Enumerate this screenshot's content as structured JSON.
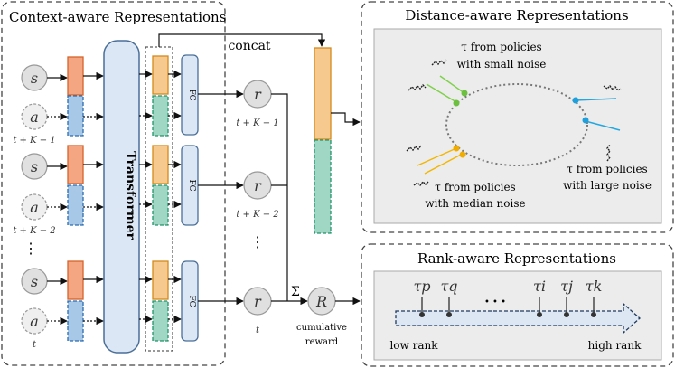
{
  "panels": {
    "context": "Context-aware Representations",
    "distance": "Distance-aware Representations",
    "rank": "Rank-aware Representations"
  },
  "labels": {
    "concat": "concat",
    "transformer": "Transformer",
    "fc": "FC",
    "sigma": "Σ",
    "cumulative_reward": [
      "cumulative",
      "reward"
    ],
    "dots_vertical": "⋮",
    "dots_horizontal": "• • •"
  },
  "tokens": {
    "state": "s",
    "action": "a",
    "reward": "r",
    "return": "R"
  },
  "timesteps": {
    "row1": "t + K − 1",
    "row2": "t + K − 2",
    "row3": "t",
    "reward1": "t + K − 1",
    "reward2": "t + K − 2",
    "reward3": "t"
  },
  "distance_annotations": {
    "small": [
      "τ from policies",
      "with small noise"
    ],
    "median": [
      "τ from policies",
      "with median noise"
    ],
    "large": [
      "τ from policies",
      "with large noise"
    ]
  },
  "rank": {
    "taus": [
      "τp",
      "τq",
      "τi",
      "τj",
      "τk"
    ],
    "low": "low rank",
    "high": "high rank"
  },
  "colors": {
    "state_fill": "#f4a582",
    "state_border": "#d6632a",
    "action_fill": "#a8c8e8",
    "action_border": "#2b6cb0",
    "feat_top": "#f6c98e",
    "feat_top_border": "#d4891c",
    "feat_bottom": "#9fd6c4",
    "feat_bottom_border": "#23946b",
    "transformer": "#dbe7f4",
    "transformer_border": "#4a6f98",
    "panel_bg": "#ececec"
  }
}
